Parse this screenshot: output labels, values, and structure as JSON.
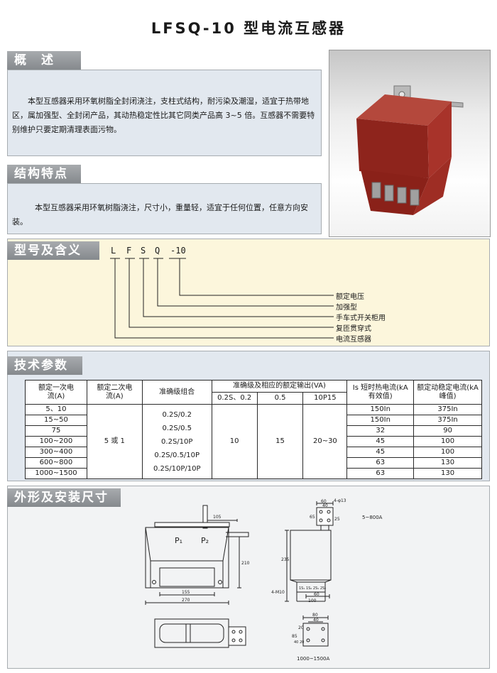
{
  "title": "LFSQ-10 型电流互感器",
  "overview": {
    "label": "概　述",
    "text": "本型互感器采用环氧树脂全封闭浇注，支柱式结构，耐污染及潮湿，适宜于热带地区，属加强型、全封闭产品，其动热稳定性比其它同类产品高 3~5 倍。互感器不需要特别维护只要定期清理表面污物。"
  },
  "features": {
    "label": "结构特点",
    "text": "本型互感器采用环氧树脂浇注，尺寸小，重量轻，适宜于任何位置，任意方向安装。"
  },
  "model": {
    "label": "型号及含义",
    "letters": [
      "L",
      "F",
      "S",
      "Q",
      "-10"
    ],
    "meanings": [
      "额定电压",
      "加强型",
      "手车式开关柜用",
      "复匝贯穿式",
      "电流互感器"
    ]
  },
  "spec": {
    "label": "技术参数",
    "headers": {
      "primary": "额定一次电流(A)",
      "secondary": "额定二次电流(A)",
      "accuracy_combo": "准确级组合",
      "output_group": "准确级及相应的额定输出(VA)",
      "output_cols": [
        "0.2S、0.2",
        "0.5",
        "10P15"
      ],
      "thermal": "Is 短时热电流(kA有效值)",
      "dynamic": "额定动稳定电流(kA 峰值)"
    },
    "rows": [
      {
        "primary": "5、10",
        "thermal": "150In",
        "dynamic": "375In"
      },
      {
        "primary": "15~50",
        "thermal": "150In",
        "dynamic": "375In"
      },
      {
        "primary": "75",
        "thermal": "32",
        "dynamic": "90"
      },
      {
        "primary": "100~200",
        "thermal": "45",
        "dynamic": "100"
      },
      {
        "primary": "300~400",
        "thermal": "45",
        "dynamic": "100"
      },
      {
        "primary": "600~800",
        "thermal": "63",
        "dynamic": "130"
      },
      {
        "primary": "1000~1500",
        "thermal": "63",
        "dynamic": "130"
      }
    ],
    "secondary_value": "5 或 1",
    "accuracy_options": [
      "0.2S/0.2",
      "0.2S/0.5",
      "0.2S/10P",
      "0.2S/0.5/10P",
      "0.2S/10P/10P"
    ],
    "output_values": [
      "10",
      "15",
      "20~30"
    ]
  },
  "dimensions": {
    "label": "外形及安装尺寸",
    "p1": "P₁",
    "p2": "P₂",
    "d105": "105",
    "d210": "210",
    "d155": "155",
    "d270": "270",
    "d60": "60",
    "d40": "40",
    "holes13": "4-φ13",
    "d65": "65",
    "d25": "25",
    "d235": "235",
    "m10": "4-M10",
    "terminals": "1S₁ 1S₂ 2S₁ 2S₂",
    "d60b": "60",
    "d100": "100",
    "note1": "5~800A",
    "d80": "80",
    "d40b": "40",
    "d20": "20",
    "d85": "85",
    "d4020": "40 20",
    "note2": "1000~1500A"
  }
}
